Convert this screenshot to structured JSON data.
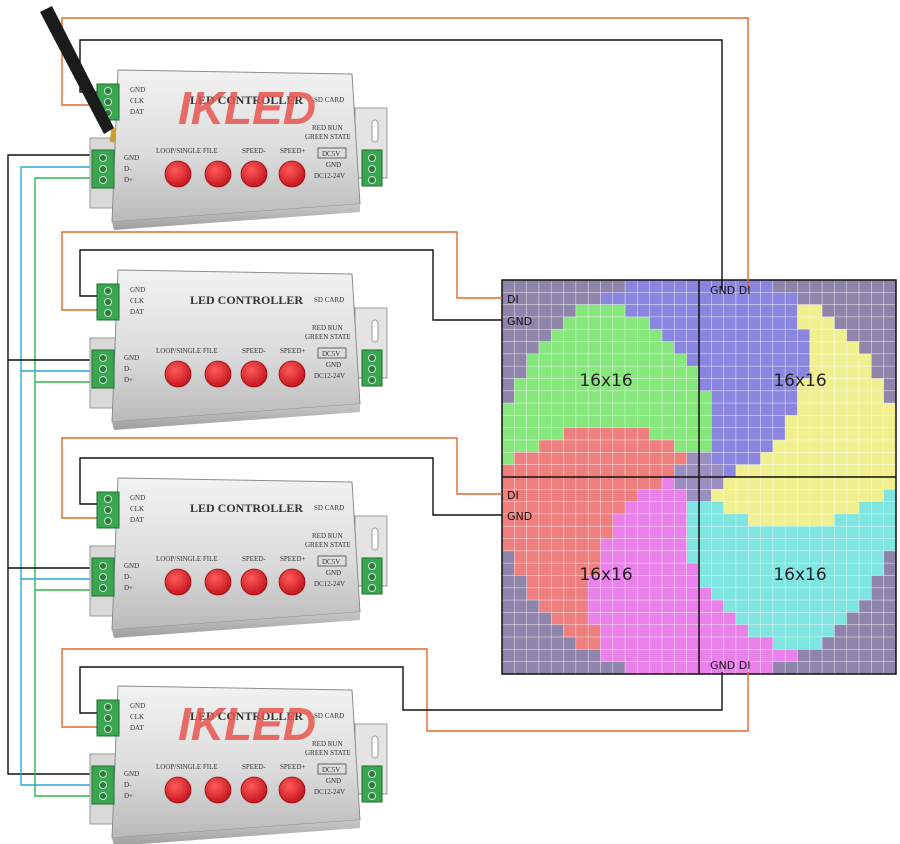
{
  "colors": {
    "wire_signal": "#e06a2a",
    "wire_gnd": "#111111",
    "wire_d_minus": "#2aa7d8",
    "wire_d_plus": "#2db84a",
    "button": "#d9161f",
    "terminal": "#3aa650",
    "panel_bg": "#8b80a6"
  },
  "controllers": [
    {
      "title": "LED CONTROLLER",
      "brand": "IKLED",
      "sd_card": "SD CARD",
      "top_pins": [
        "GND",
        "CLK",
        "DAT"
      ],
      "bottom_pins": [
        "GND",
        "D-",
        "D+"
      ],
      "buttons": [
        "LOOP/SINGLE FILE",
        "SPEED-",
        "SPEED+"
      ],
      "status_1": "RED RUN",
      "status_2": "GREEN STATE",
      "power_5v": "DC5V",
      "power_gnd": "GND",
      "power_range": "DC12-24V",
      "has_antenna": true
    },
    {
      "title": "LED CONTROLLER",
      "brand": "",
      "sd_card": "SD CARD",
      "top_pins": [
        "GND",
        "CLK",
        "DAT"
      ],
      "bottom_pins": [
        "GND",
        "D-",
        "D+"
      ],
      "buttons": [
        "LOOP/SINGLE FILE",
        "SPEED-",
        "SPEED+"
      ],
      "status_1": "RED RUN",
      "status_2": "GREEN STATE",
      "power_5v": "DC5V",
      "power_gnd": "GND",
      "power_range": "DC12-24V",
      "has_antenna": false
    },
    {
      "title": "LED CONTROLLER",
      "brand": "",
      "sd_card": "SD CARD",
      "top_pins": [
        "GND",
        "CLK",
        "DAT"
      ],
      "bottom_pins": [
        "GND",
        "D-",
        "D+"
      ],
      "buttons": [
        "LOOP/SINGLE FILE",
        "SPEED-",
        "SPEED+"
      ],
      "status_1": "RED RUN",
      "status_2": "GREEN STATE",
      "power_5v": "DC5V",
      "power_gnd": "GND",
      "power_range": "DC12-24V",
      "has_antenna": false
    },
    {
      "title": "LED CONTROLLER",
      "brand": "IKLED",
      "sd_card": "SD CARD",
      "top_pins": [
        "GND",
        "CLK",
        "DAT"
      ],
      "bottom_pins": [
        "GND",
        "D-",
        "D+"
      ],
      "buttons": [
        "LOOP/SINGLE FILE",
        "SPEED-",
        "SPEED+"
      ],
      "status_1": "RED RUN",
      "status_2": "GREEN STATE",
      "power_5v": "DC5V",
      "power_gnd": "GND",
      "power_range": "DC12-24V",
      "has_antenna": false
    }
  ],
  "panels": [
    {
      "label": "16x16",
      "ports": "DI / GND"
    },
    {
      "label": "16x16",
      "ports": "GND DI"
    },
    {
      "label": "16x16",
      "ports": "DI / GND"
    },
    {
      "label": "16x16",
      "ports": "GND DI"
    }
  ],
  "port_labels": {
    "di": "DI",
    "gnd": "GND",
    "gnd_di": "GND  DI"
  }
}
